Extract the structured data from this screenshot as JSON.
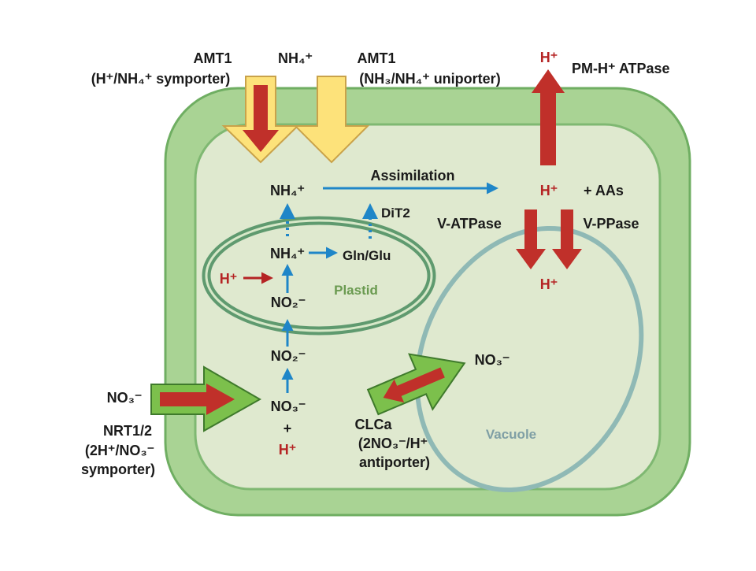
{
  "colors": {
    "cell_wall_fill": "#a9d394",
    "cell_wall_stroke": "#6fae62",
    "cytoplasm_fill": "#dfe9cf",
    "plastid_stroke": "#5f9a6f",
    "vacuole_stroke": "#8fb9b5",
    "red_arrow": "#c0302a",
    "yellow_arrow": "#fde27a",
    "green_arrow": "#7cc04c",
    "blue_arrow": "#1f86c8",
    "proton_text": "#b52424"
  },
  "labels": {
    "amt1_left_title": "AMT1",
    "amt1_left_sub": "(H⁺/NH₄⁺ symporter)",
    "nh4_top": "NH₄⁺",
    "amt1_right_title": "AMT1",
    "amt1_right_sub": "(NH₃/NH₄⁺ uniporter)",
    "h_top": "H⁺",
    "pm_atpase": "PM-H⁺ ATPase",
    "nh4_cyto": "NH₄⁺",
    "assimilation": "Assimilation",
    "h_cyto": "H⁺",
    "plus_aas": "+ AAs",
    "dit2": "DiT2",
    "v_atpase": "V-ATPase",
    "v_ppase": "V-PPase",
    "nh4_plastid": "NH₄⁺",
    "gln_glu": "Gln/Glu",
    "h_plastid": "H⁺",
    "plastid": "Plastid",
    "no2_plastid": "NO₂⁻",
    "h_vacuole": "H⁺",
    "no2_cyto": "NO₂⁻",
    "no3_vacuole": "NO₃⁻",
    "no3_outside": "NO₃⁻",
    "no3_cyto": "NO₃⁻",
    "plus": "+",
    "h_no3": "H⁺",
    "nrt_title": "NRT1/2",
    "nrt_sub1": "(2H⁺/NO₃⁻",
    "nrt_sub2": "symporter)",
    "clca_title": "CLCa",
    "clca_sub1": "(2NO₃⁻/H⁺",
    "clca_sub2": "antiporter)",
    "vacuole": "Vacuole"
  }
}
